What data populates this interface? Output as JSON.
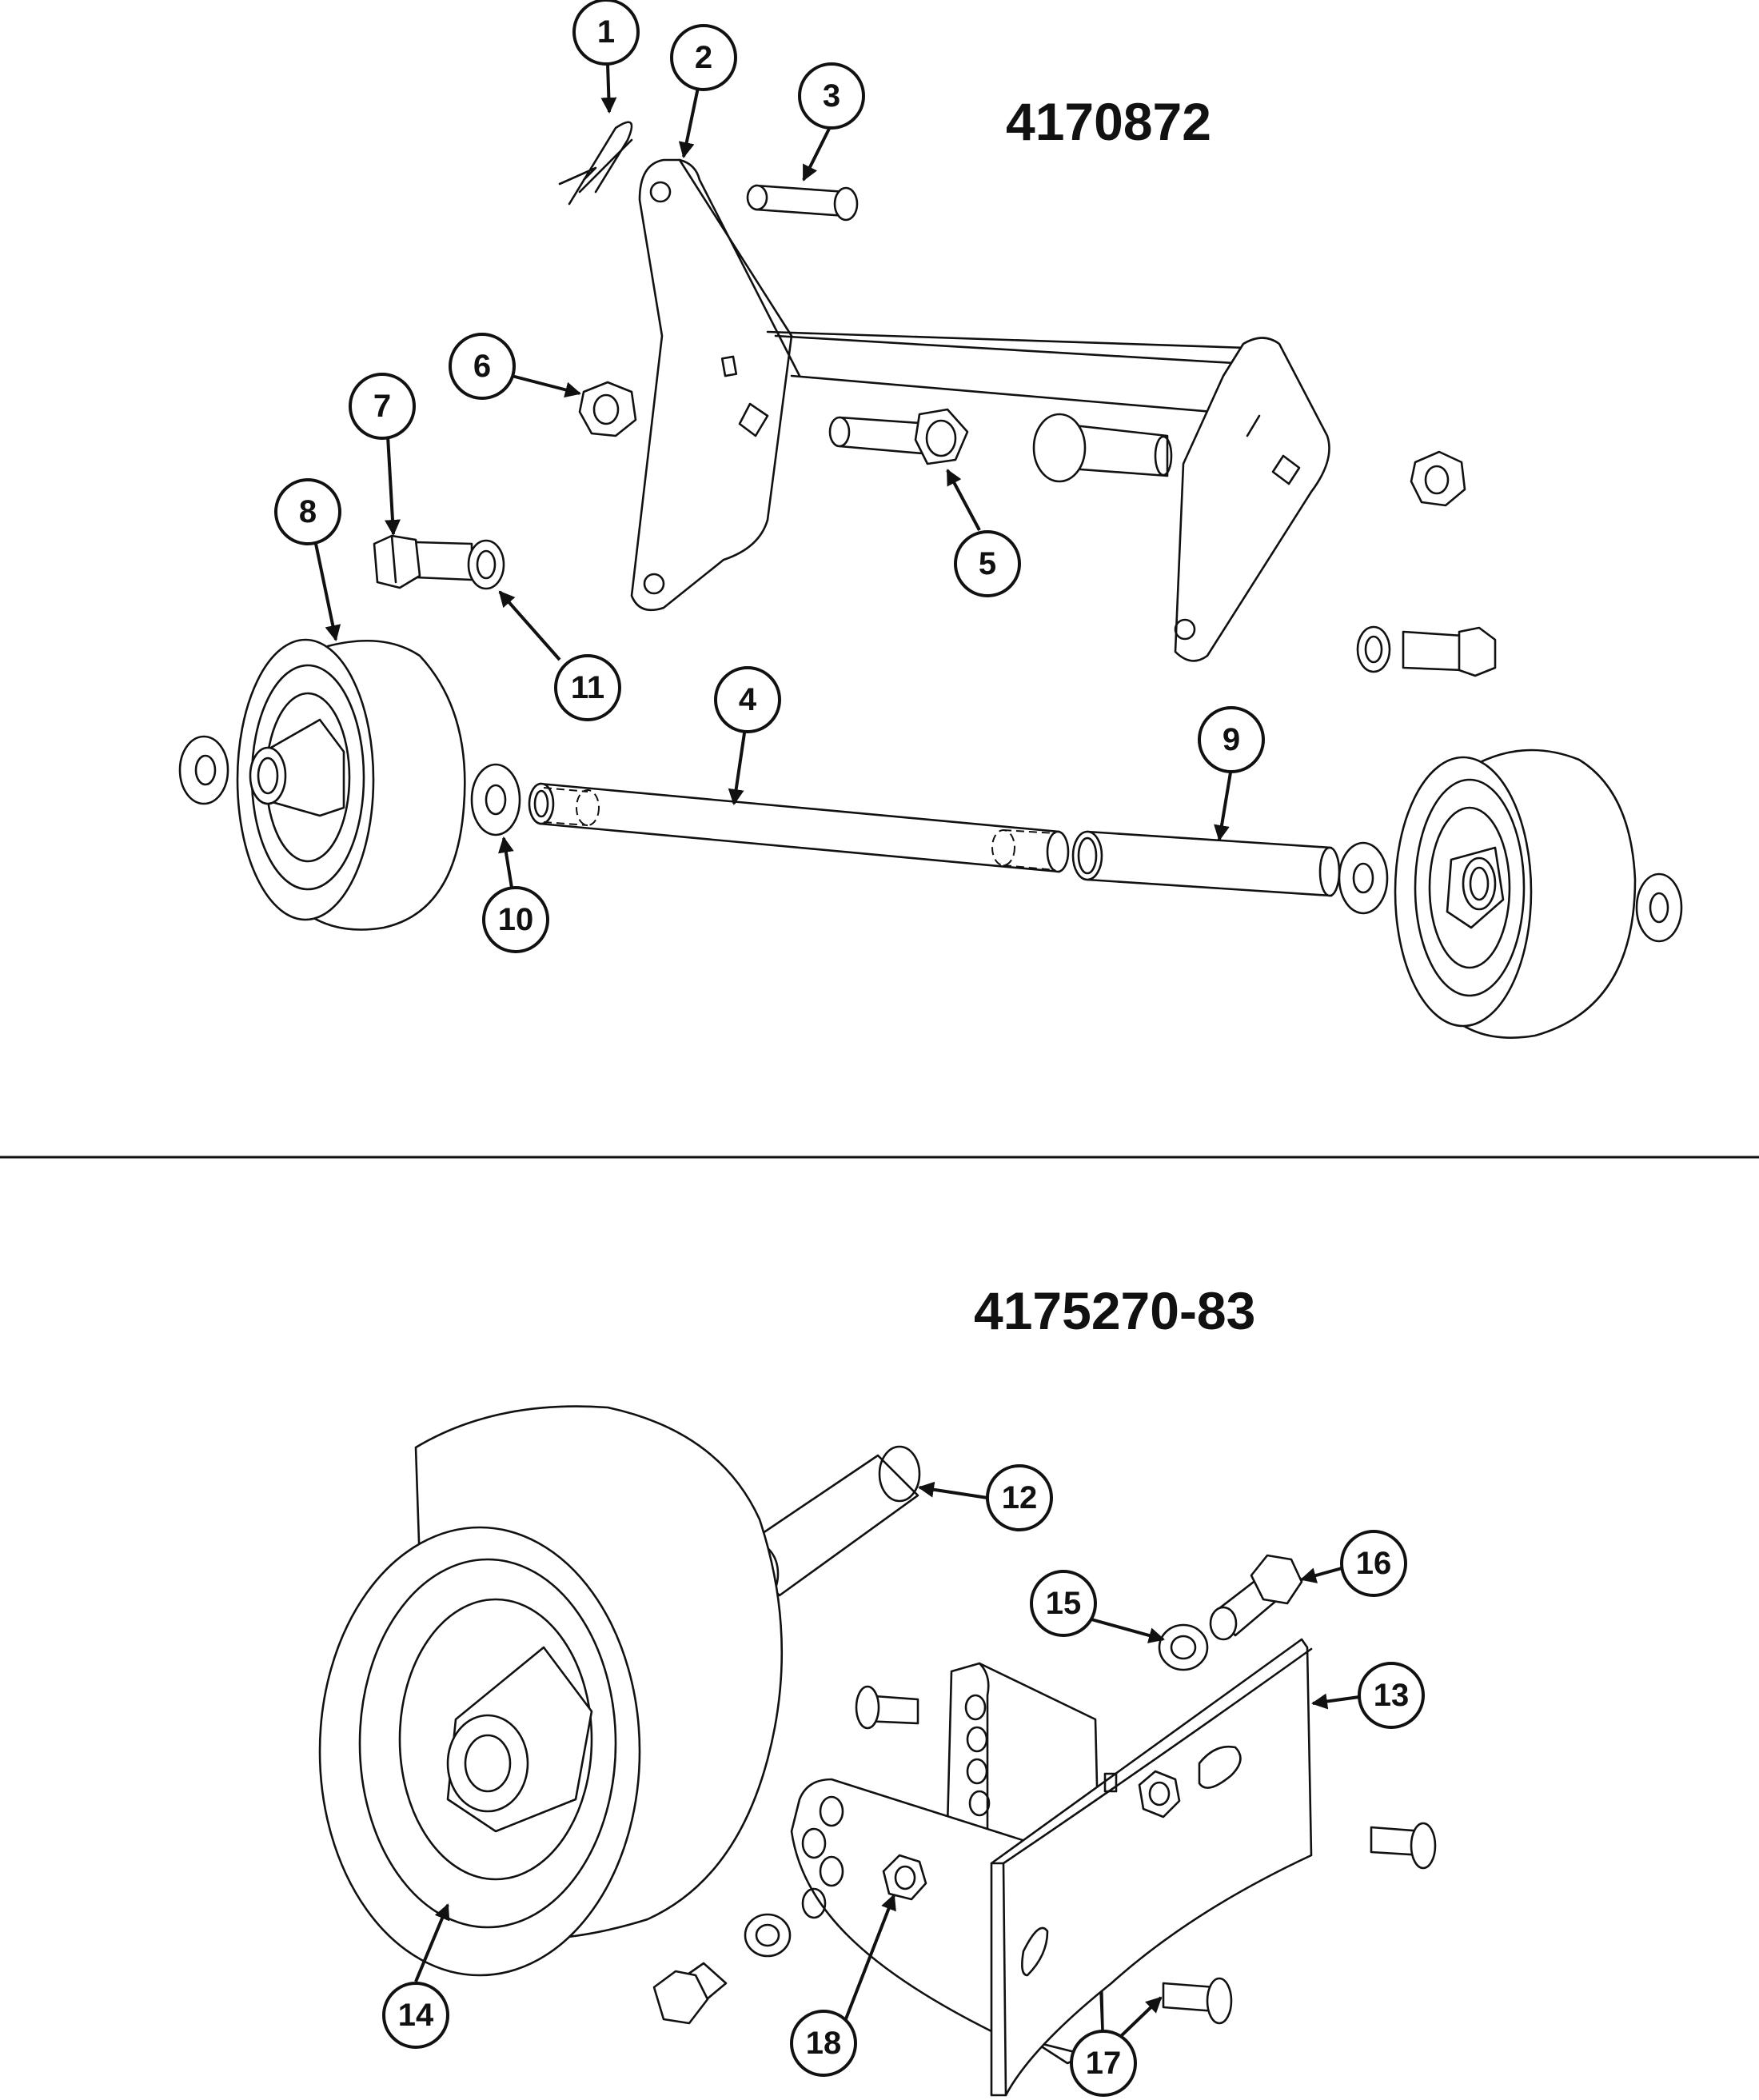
{
  "diagram": {
    "top_assembly_number": "4170872",
    "bottom_assembly_number": "4175270-83",
    "callouts": [
      "1",
      "2",
      "3",
      "4",
      "5",
      "6",
      "7",
      "8",
      "9",
      "10",
      "11",
      "12",
      "13",
      "14",
      "15",
      "16",
      "17",
      "18"
    ]
  }
}
